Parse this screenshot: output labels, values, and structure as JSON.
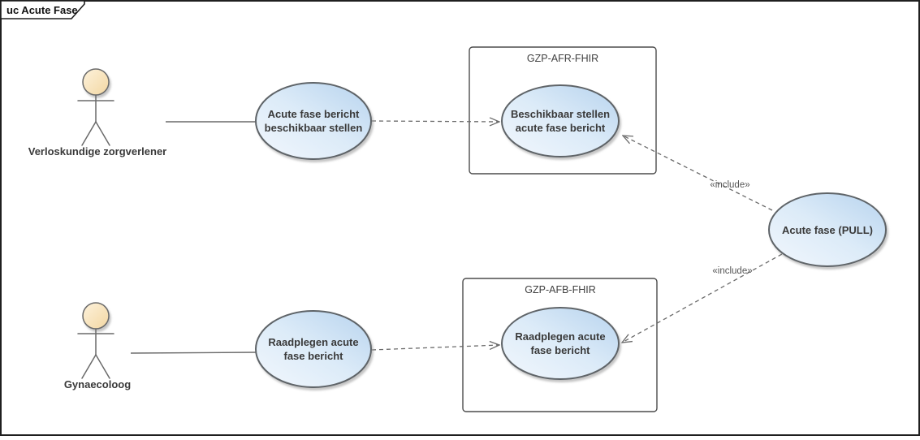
{
  "frame": {
    "title": "uc Acute Fase"
  },
  "actors": {
    "verloskundige": {
      "label": "Verloskundige zorgverlener"
    },
    "gynaecoloog": {
      "label": "Gynaecoloog"
    }
  },
  "systems": {
    "afr": {
      "label": "GZP-AFR-FHIR"
    },
    "afb": {
      "label": "GZP-AFB-FHIR"
    }
  },
  "usecases": {
    "publish_left": {
      "line1": "Acute fase bericht",
      "line2": "beschikbaar stellen"
    },
    "publish_boxed": {
      "line1": "Beschikbaar stellen",
      "line2": "acute fase bericht"
    },
    "consult_left": {
      "line1": "Raadplegen acute",
      "line2": "fase bericht"
    },
    "consult_boxed": {
      "line1": "Raadplegen acute",
      "line2": "fase bericht"
    },
    "pull": {
      "label": "Acute fase (PULL)"
    }
  },
  "connectors": {
    "include_top": {
      "label": "«include»"
    },
    "include_bottom": {
      "label": "«include»"
    }
  },
  "colors": {
    "usecase_fill_light": "#f2f7fd",
    "usecase_fill_dark": "#b7d3ee",
    "usecase_border": "#5f6468",
    "actor_head_light": "#fdf2dc",
    "actor_head_dark": "#f3d7a2",
    "connector_line": "#6a6a6a",
    "text": "#3a3a3a",
    "frame_border": "#1f1f1f"
  }
}
